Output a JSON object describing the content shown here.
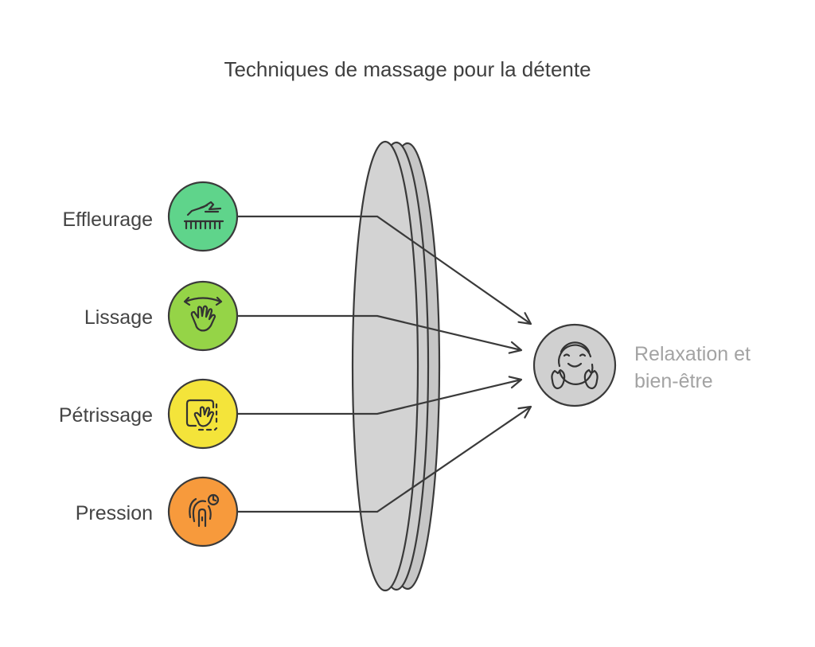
{
  "title": "Techniques de massage pour la détente",
  "techniques": [
    {
      "label": "Effleurage",
      "icon": "hand-stroking-icon",
      "color": "#5fd48b"
    },
    {
      "label": "Lissage",
      "icon": "hand-smoothing-icon",
      "color": "#95d447"
    },
    {
      "label": "Pétrissage",
      "icon": "hand-kneading-icon",
      "color": "#f4e43a"
    },
    {
      "label": "Pression",
      "icon": "finger-pressure-icon",
      "color": "#f79a3c"
    }
  ],
  "result": {
    "line1": "Relaxation et",
    "line2": "bien-être",
    "icon": "happy-face-icon",
    "color": "#d0d0d0"
  },
  "lens_color": "#d3d3d3",
  "stroke_color": "#3a3a3a"
}
